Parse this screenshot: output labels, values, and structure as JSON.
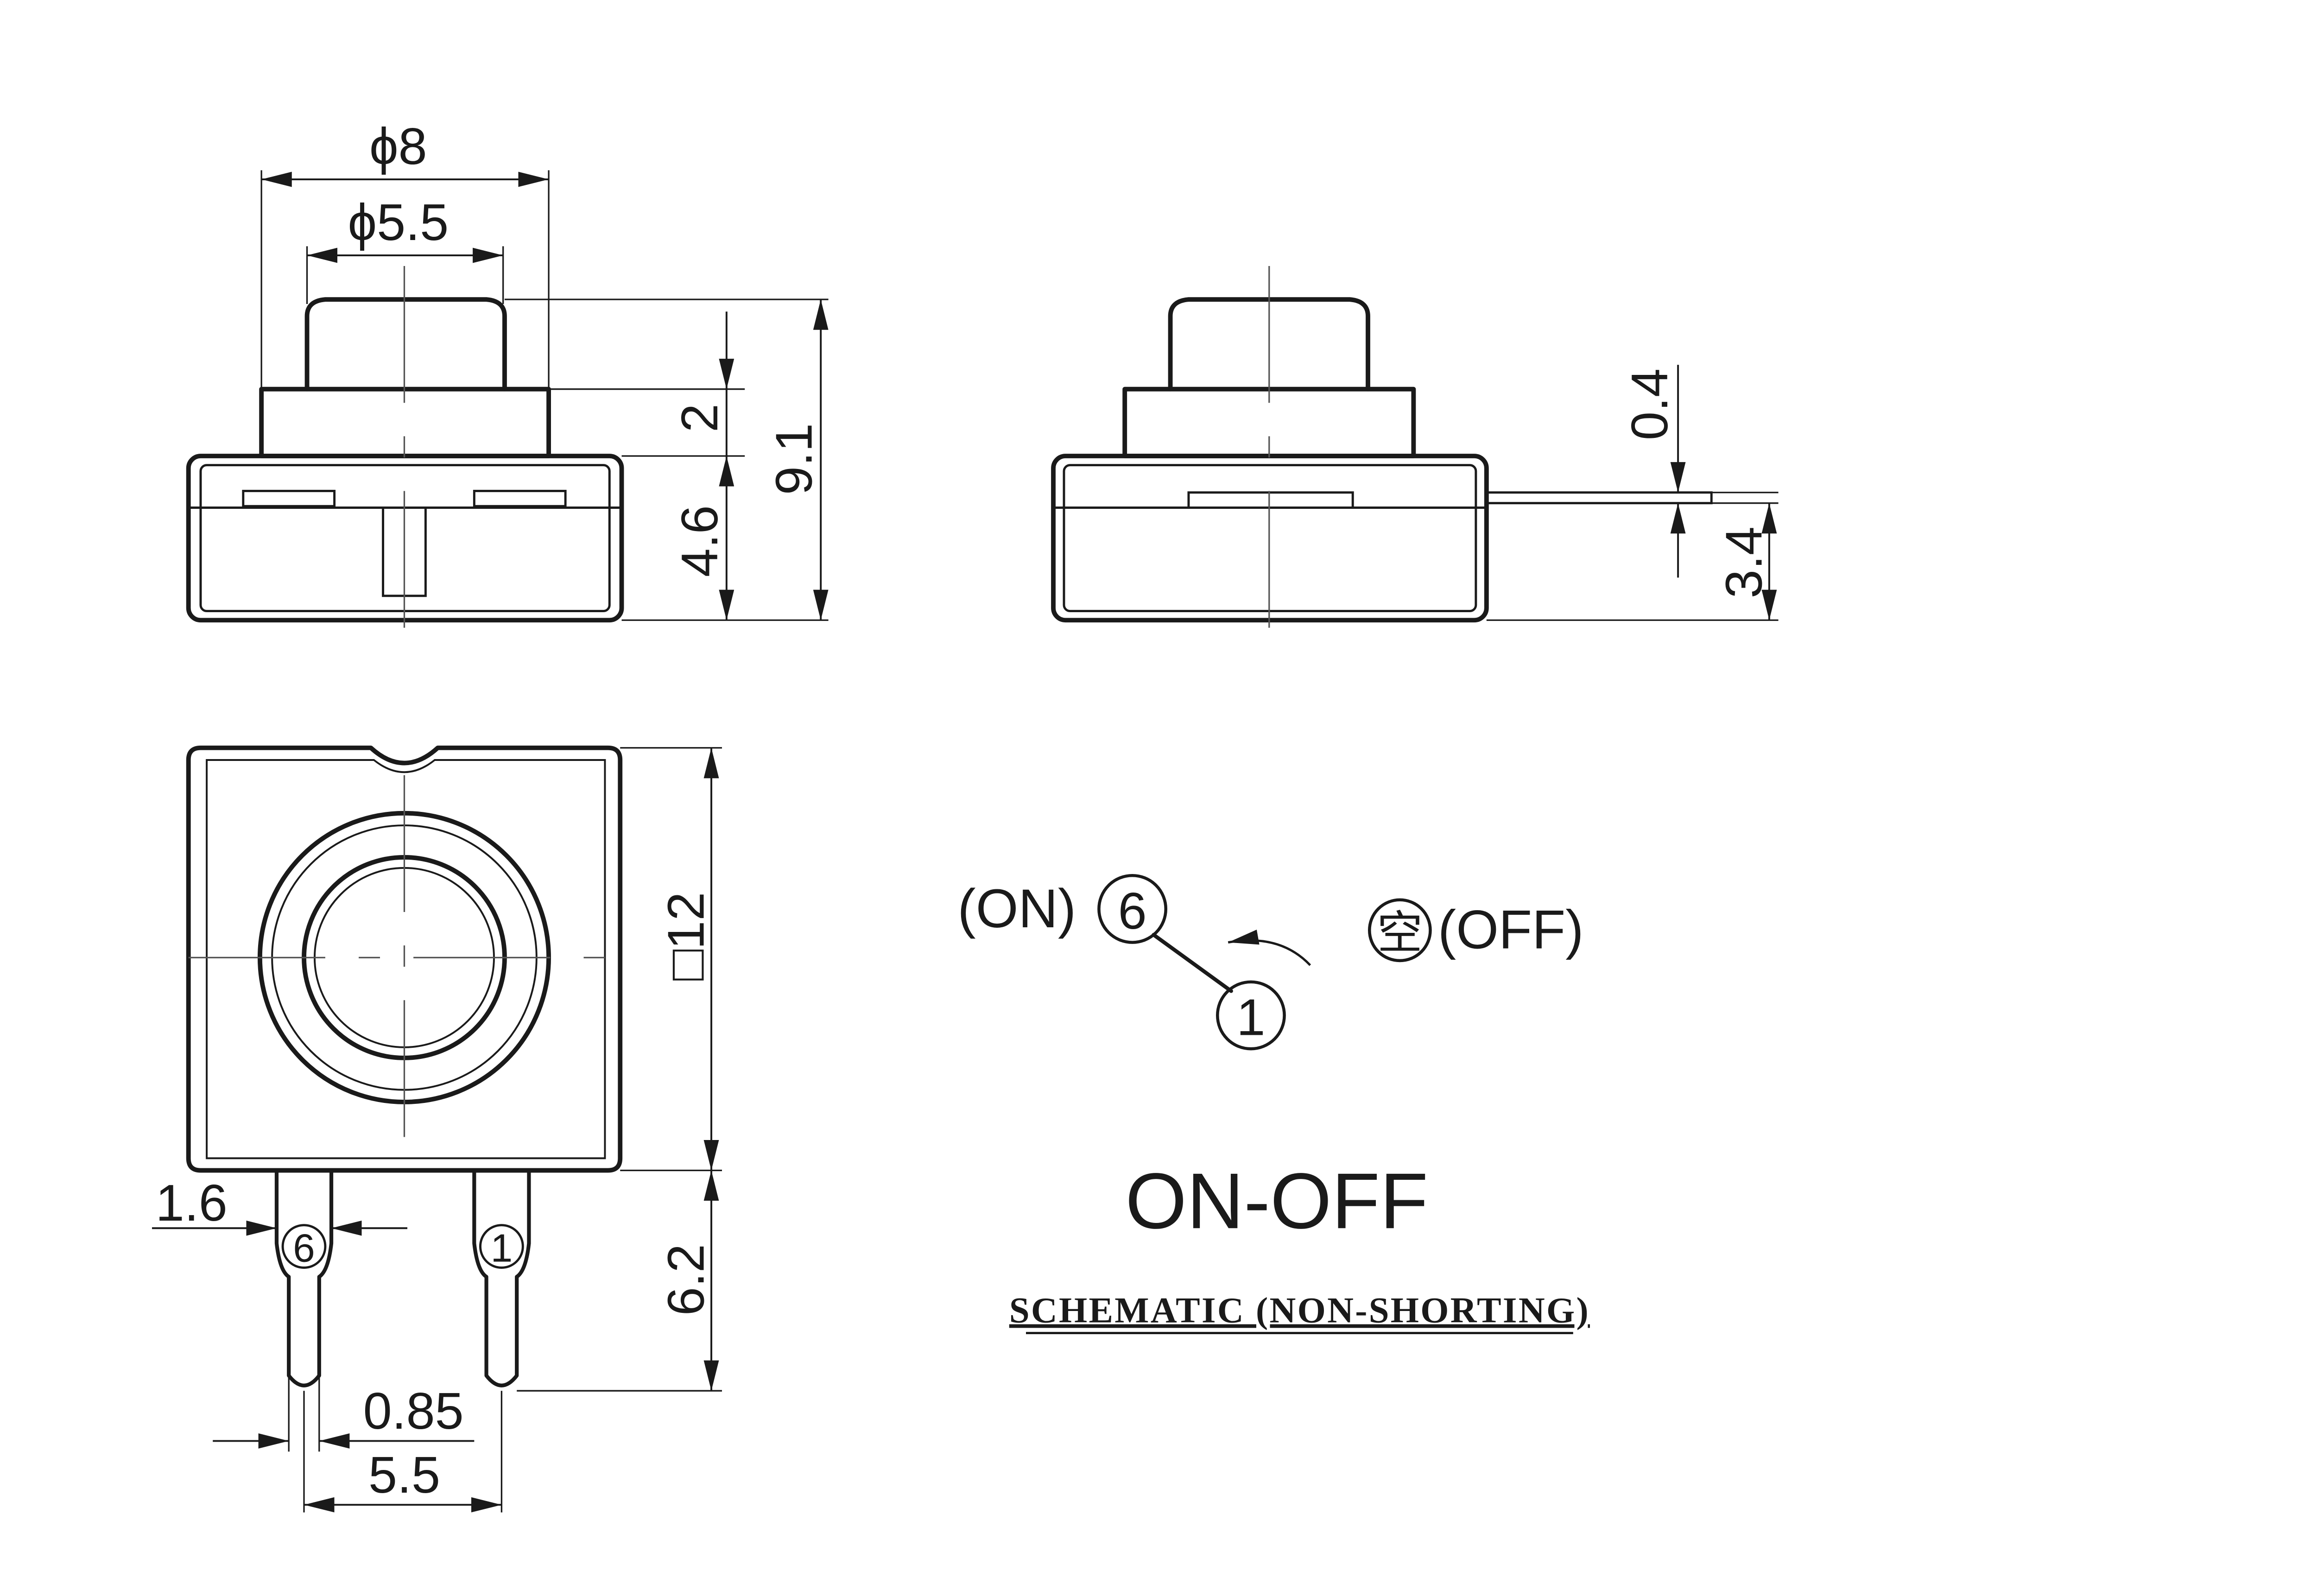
{
  "front_view": {
    "dims": {
      "outer_diameter": "ϕ8",
      "inner_diameter": "ϕ5.5",
      "cap_height": "2",
      "body_height": "4.6",
      "total_height": "9.1"
    }
  },
  "side_view": {
    "dims": {
      "lead_thickness": "0.4",
      "lead_height": "3.4"
    }
  },
  "top_view": {
    "dims": {
      "body_square": "□12",
      "pin_length": "6.2",
      "pin_width": "1.6",
      "pin_thickness": "0.85",
      "pin_spacing": "5.5"
    },
    "pins": {
      "left": "6",
      "right": "1"
    }
  },
  "schematic": {
    "on_label": "(ON)",
    "on_terminal": "6",
    "common_terminal": "1",
    "off_glyph": "空",
    "off_label": "(OFF)",
    "mode": "ON-OFF",
    "caption": "SCHEMATIC (NON-SHORTING)"
  },
  "colors": {
    "line": "#1a1a1a",
    "background": "#ffffff"
  }
}
